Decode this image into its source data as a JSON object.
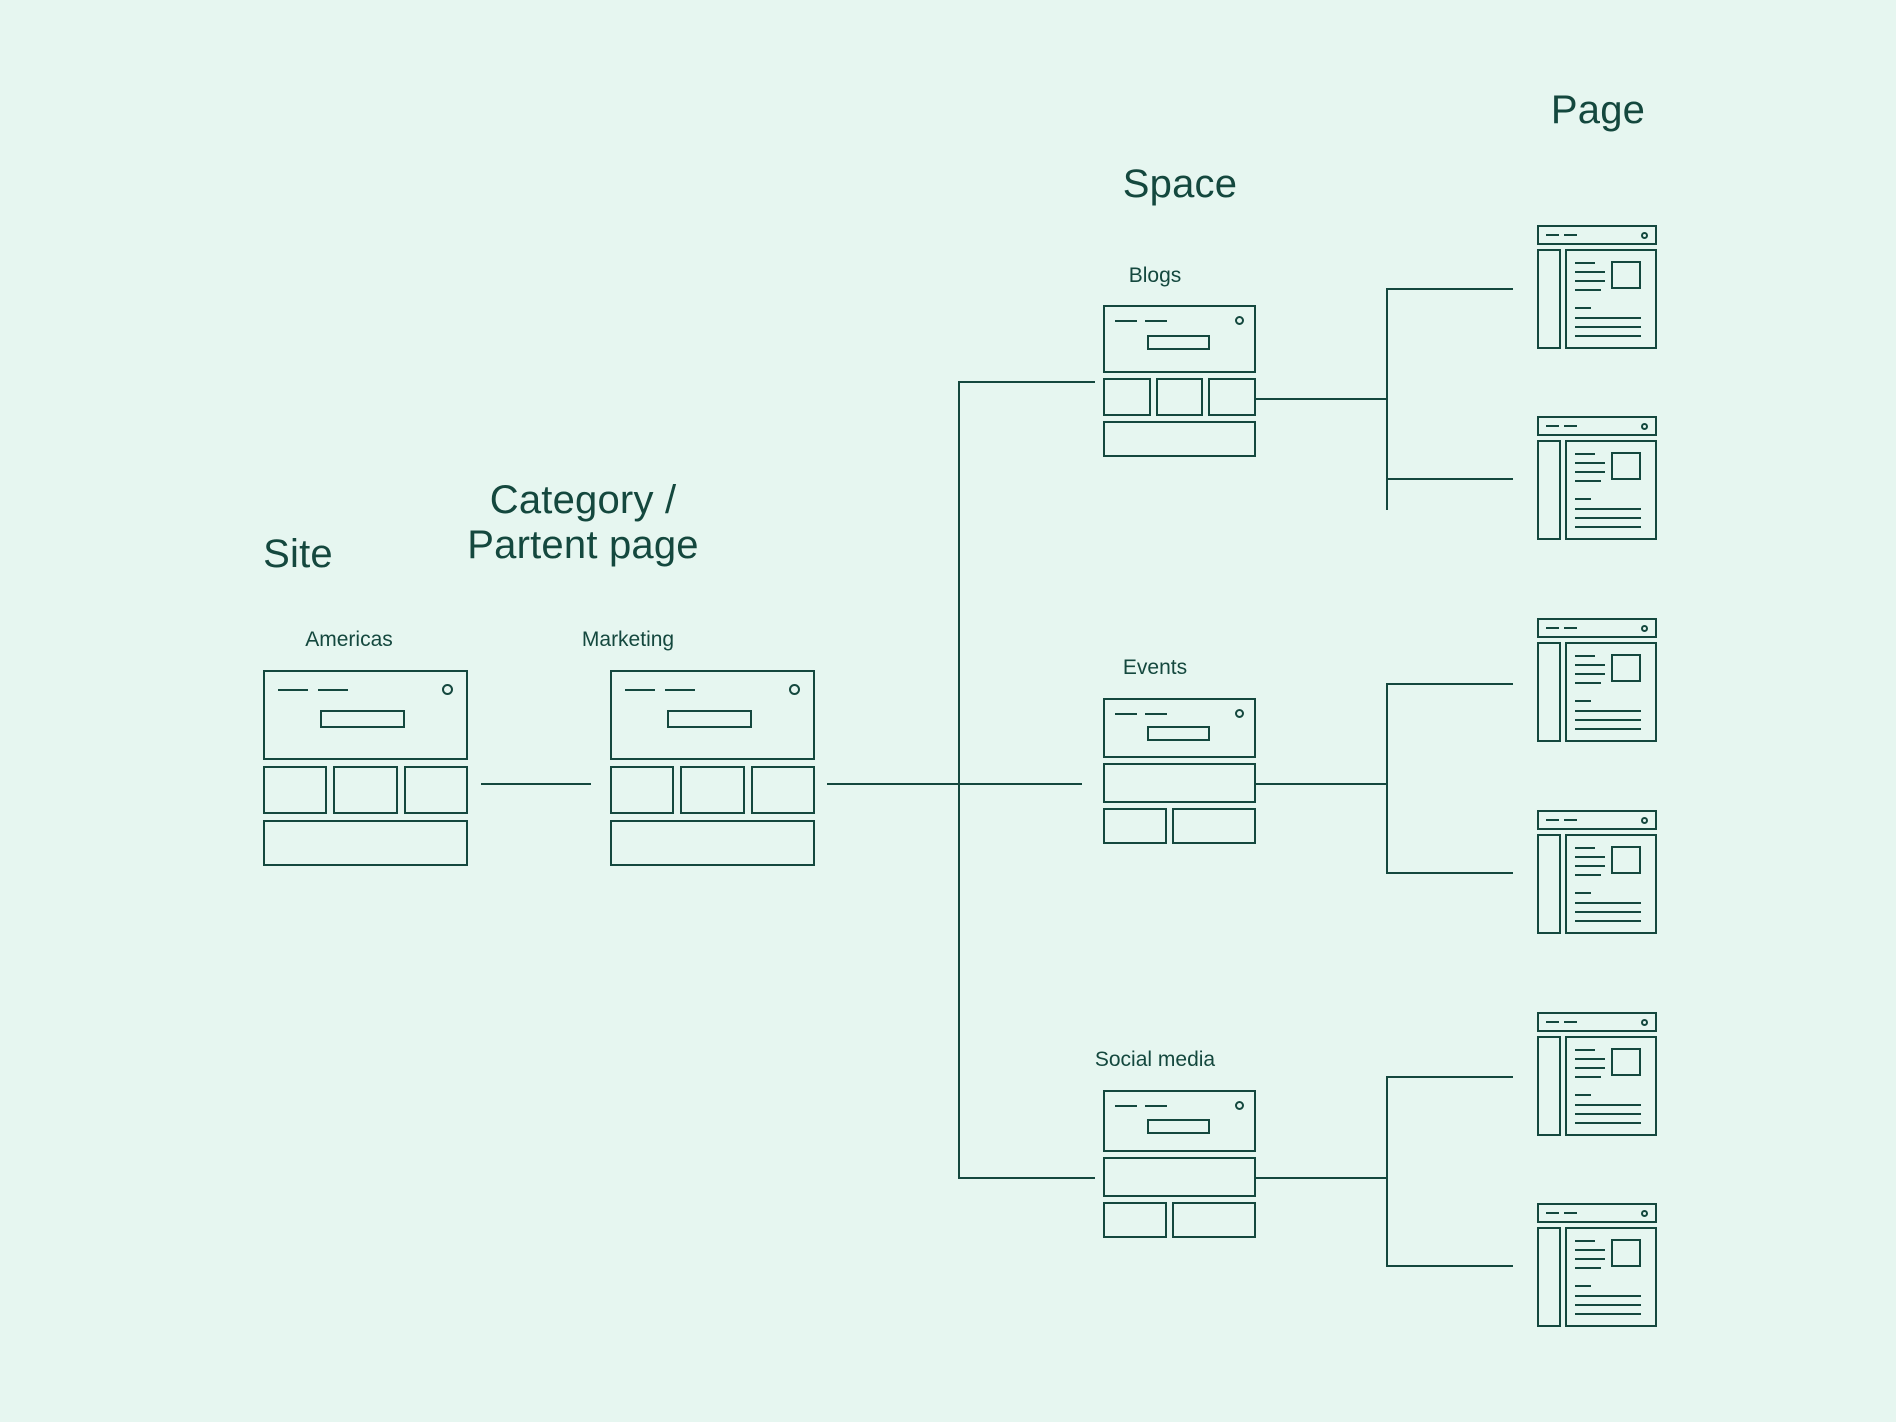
{
  "diagram": {
    "title_hidden": "Site structure hierarchy diagram",
    "background_color": "#e6f6f0",
    "line_color": "#14483e"
  },
  "column_headings": [
    {
      "id": "site",
      "label": "Site"
    },
    {
      "id": "category",
      "label": "Category /\nPartent page"
    },
    {
      "id": "space",
      "label": "Space"
    },
    {
      "id": "page",
      "label": "Page"
    }
  ],
  "nodes": {
    "site": [
      {
        "id": "americas",
        "caption": "Americas",
        "layout": "three-then-wide"
      }
    ],
    "category": [
      {
        "id": "marketing",
        "caption": "Marketing",
        "layout": "three-then-wide"
      }
    ],
    "space": [
      {
        "id": "blogs",
        "caption": "Blogs",
        "layout": "three-then-wide"
      },
      {
        "id": "events",
        "caption": "Events",
        "layout": "wide-then-two"
      },
      {
        "id": "social-media",
        "caption": "Social media",
        "layout": "wide-then-two"
      }
    ]
  },
  "pages": [
    {
      "id": "blogs-page-1",
      "parent": "blogs"
    },
    {
      "id": "blogs-page-2",
      "parent": "blogs"
    },
    {
      "id": "events-page-1",
      "parent": "events"
    },
    {
      "id": "events-page-2",
      "parent": "events"
    },
    {
      "id": "social-page-1",
      "parent": "social-media"
    },
    {
      "id": "social-page-2",
      "parent": "social-media"
    }
  ]
}
